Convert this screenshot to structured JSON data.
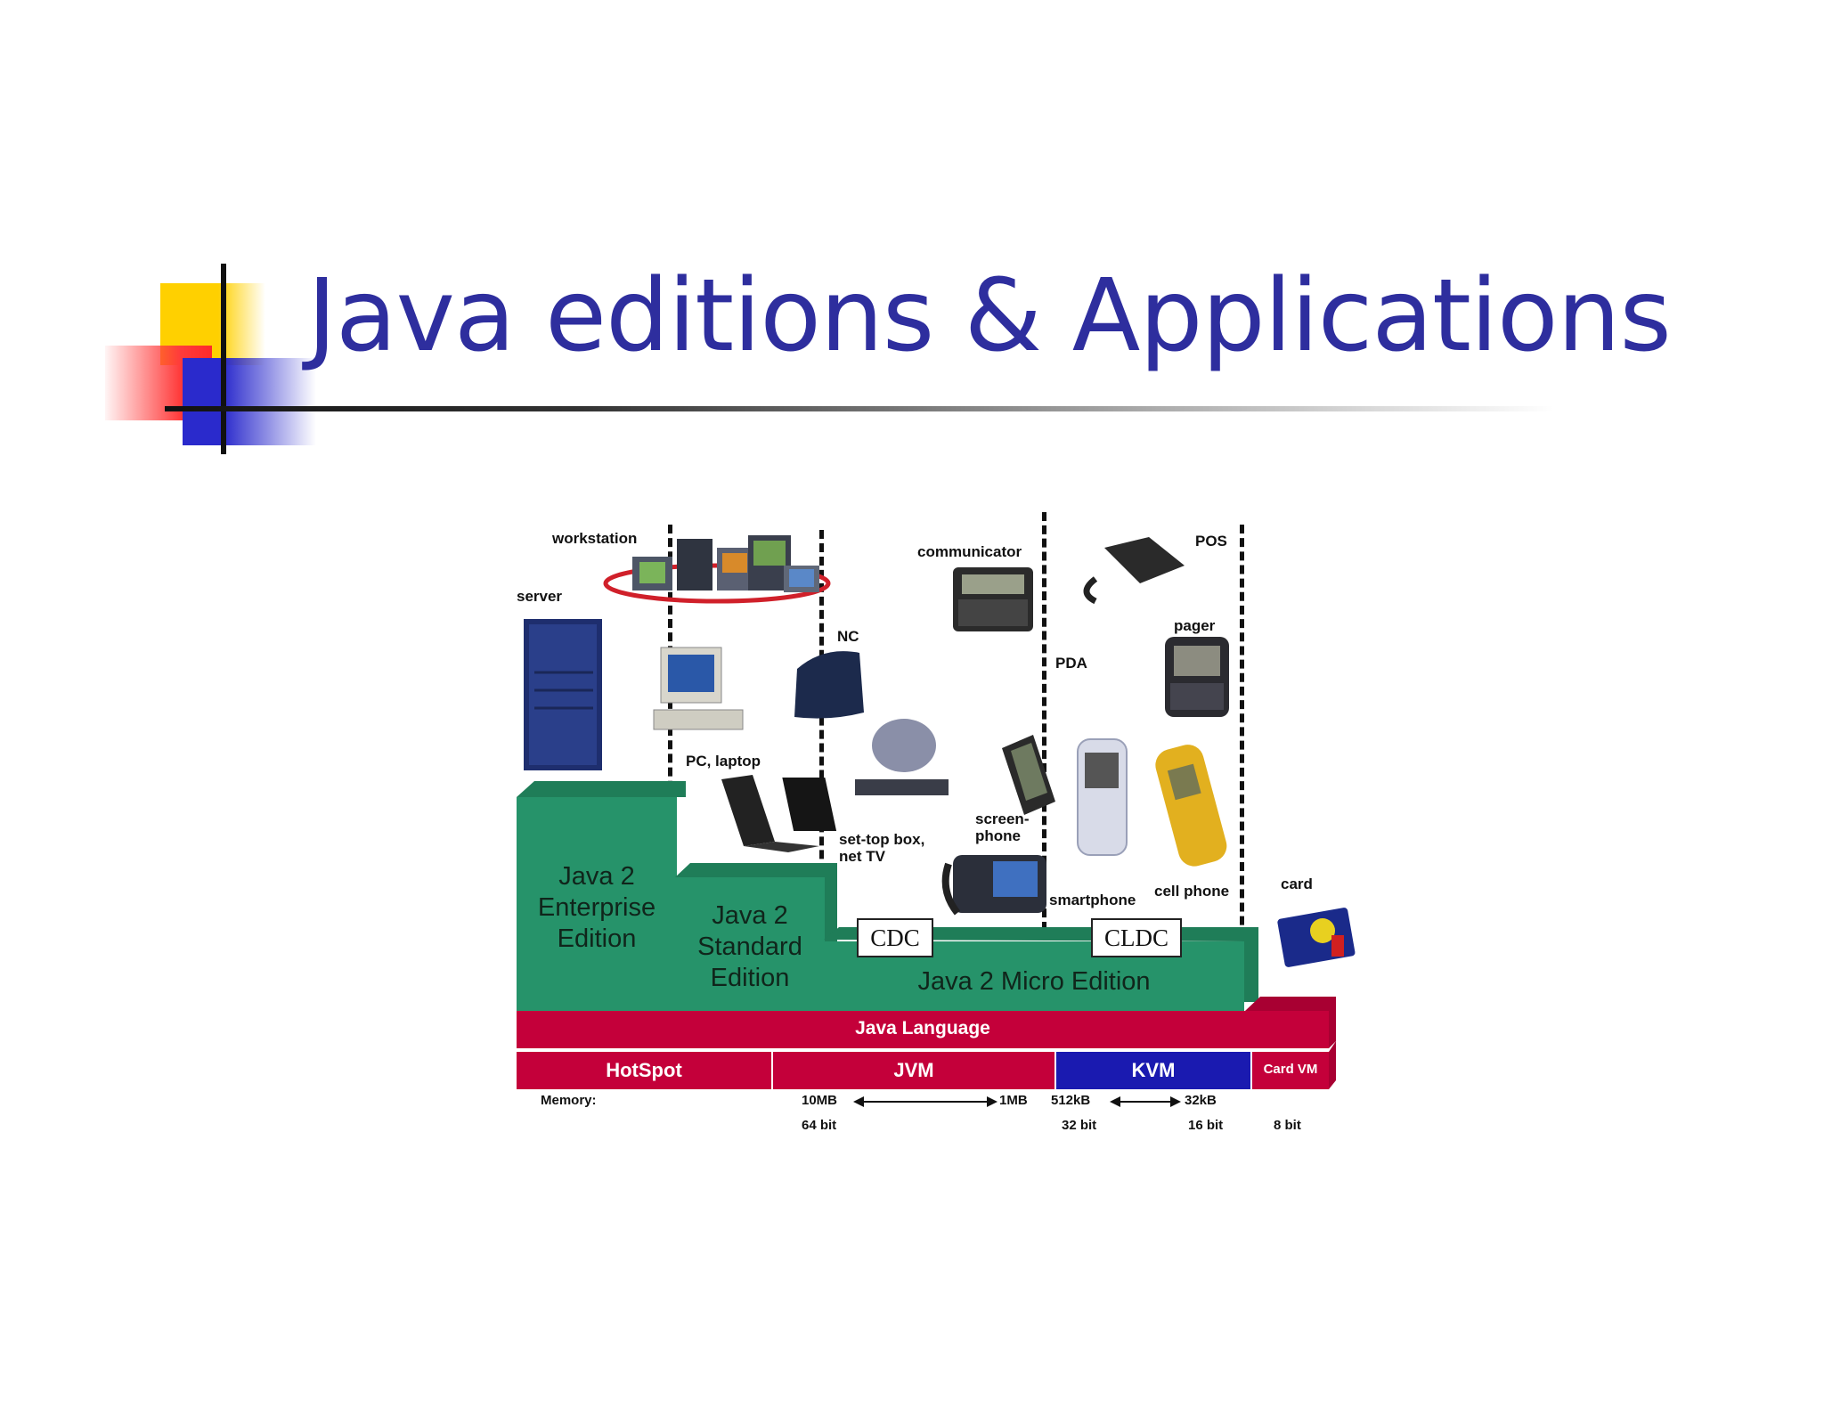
{
  "slide": {
    "title": "Java editions & Applications"
  },
  "diagram": {
    "devices": {
      "workstation": "workstation",
      "server": "server",
      "pc_laptop": "PC, laptop",
      "nc": "NC",
      "communicator": "communicator",
      "pos": "POS",
      "pager": "pager",
      "pda": "PDA",
      "settop": "set-top box,",
      "settop2": "net TV",
      "screenphone": "screen-",
      "screenphone2": "phone",
      "smartphone": "smartphone",
      "cellphone": "cell phone",
      "card": "card"
    },
    "editions": {
      "ee": [
        "Java 2",
        "Enterprise",
        "Edition"
      ],
      "se": [
        "Java 2",
        "Standard",
        "Edition"
      ],
      "me": "Java 2 Micro Edition",
      "cdc": "CDC",
      "cldc": "CLDC"
    },
    "layers": {
      "language": "Java Language",
      "hotspot": "HotSpot",
      "jvm": "JVM",
      "kvm": "KVM",
      "cardvm": "Card VM"
    },
    "memory": {
      "label": "Memory:",
      "m10mb": "10MB",
      "m1mb": "1MB",
      "m512kb": "512kB",
      "m32kb": "32kB",
      "b64": "64 bit",
      "b32": "32 bit",
      "b16": "16 bit",
      "b8": "8 bit"
    },
    "colors": {
      "green": "#26936a",
      "green_top": "#1f7d58",
      "red": "#c4003a",
      "blue": "#1a1ab0"
    }
  }
}
